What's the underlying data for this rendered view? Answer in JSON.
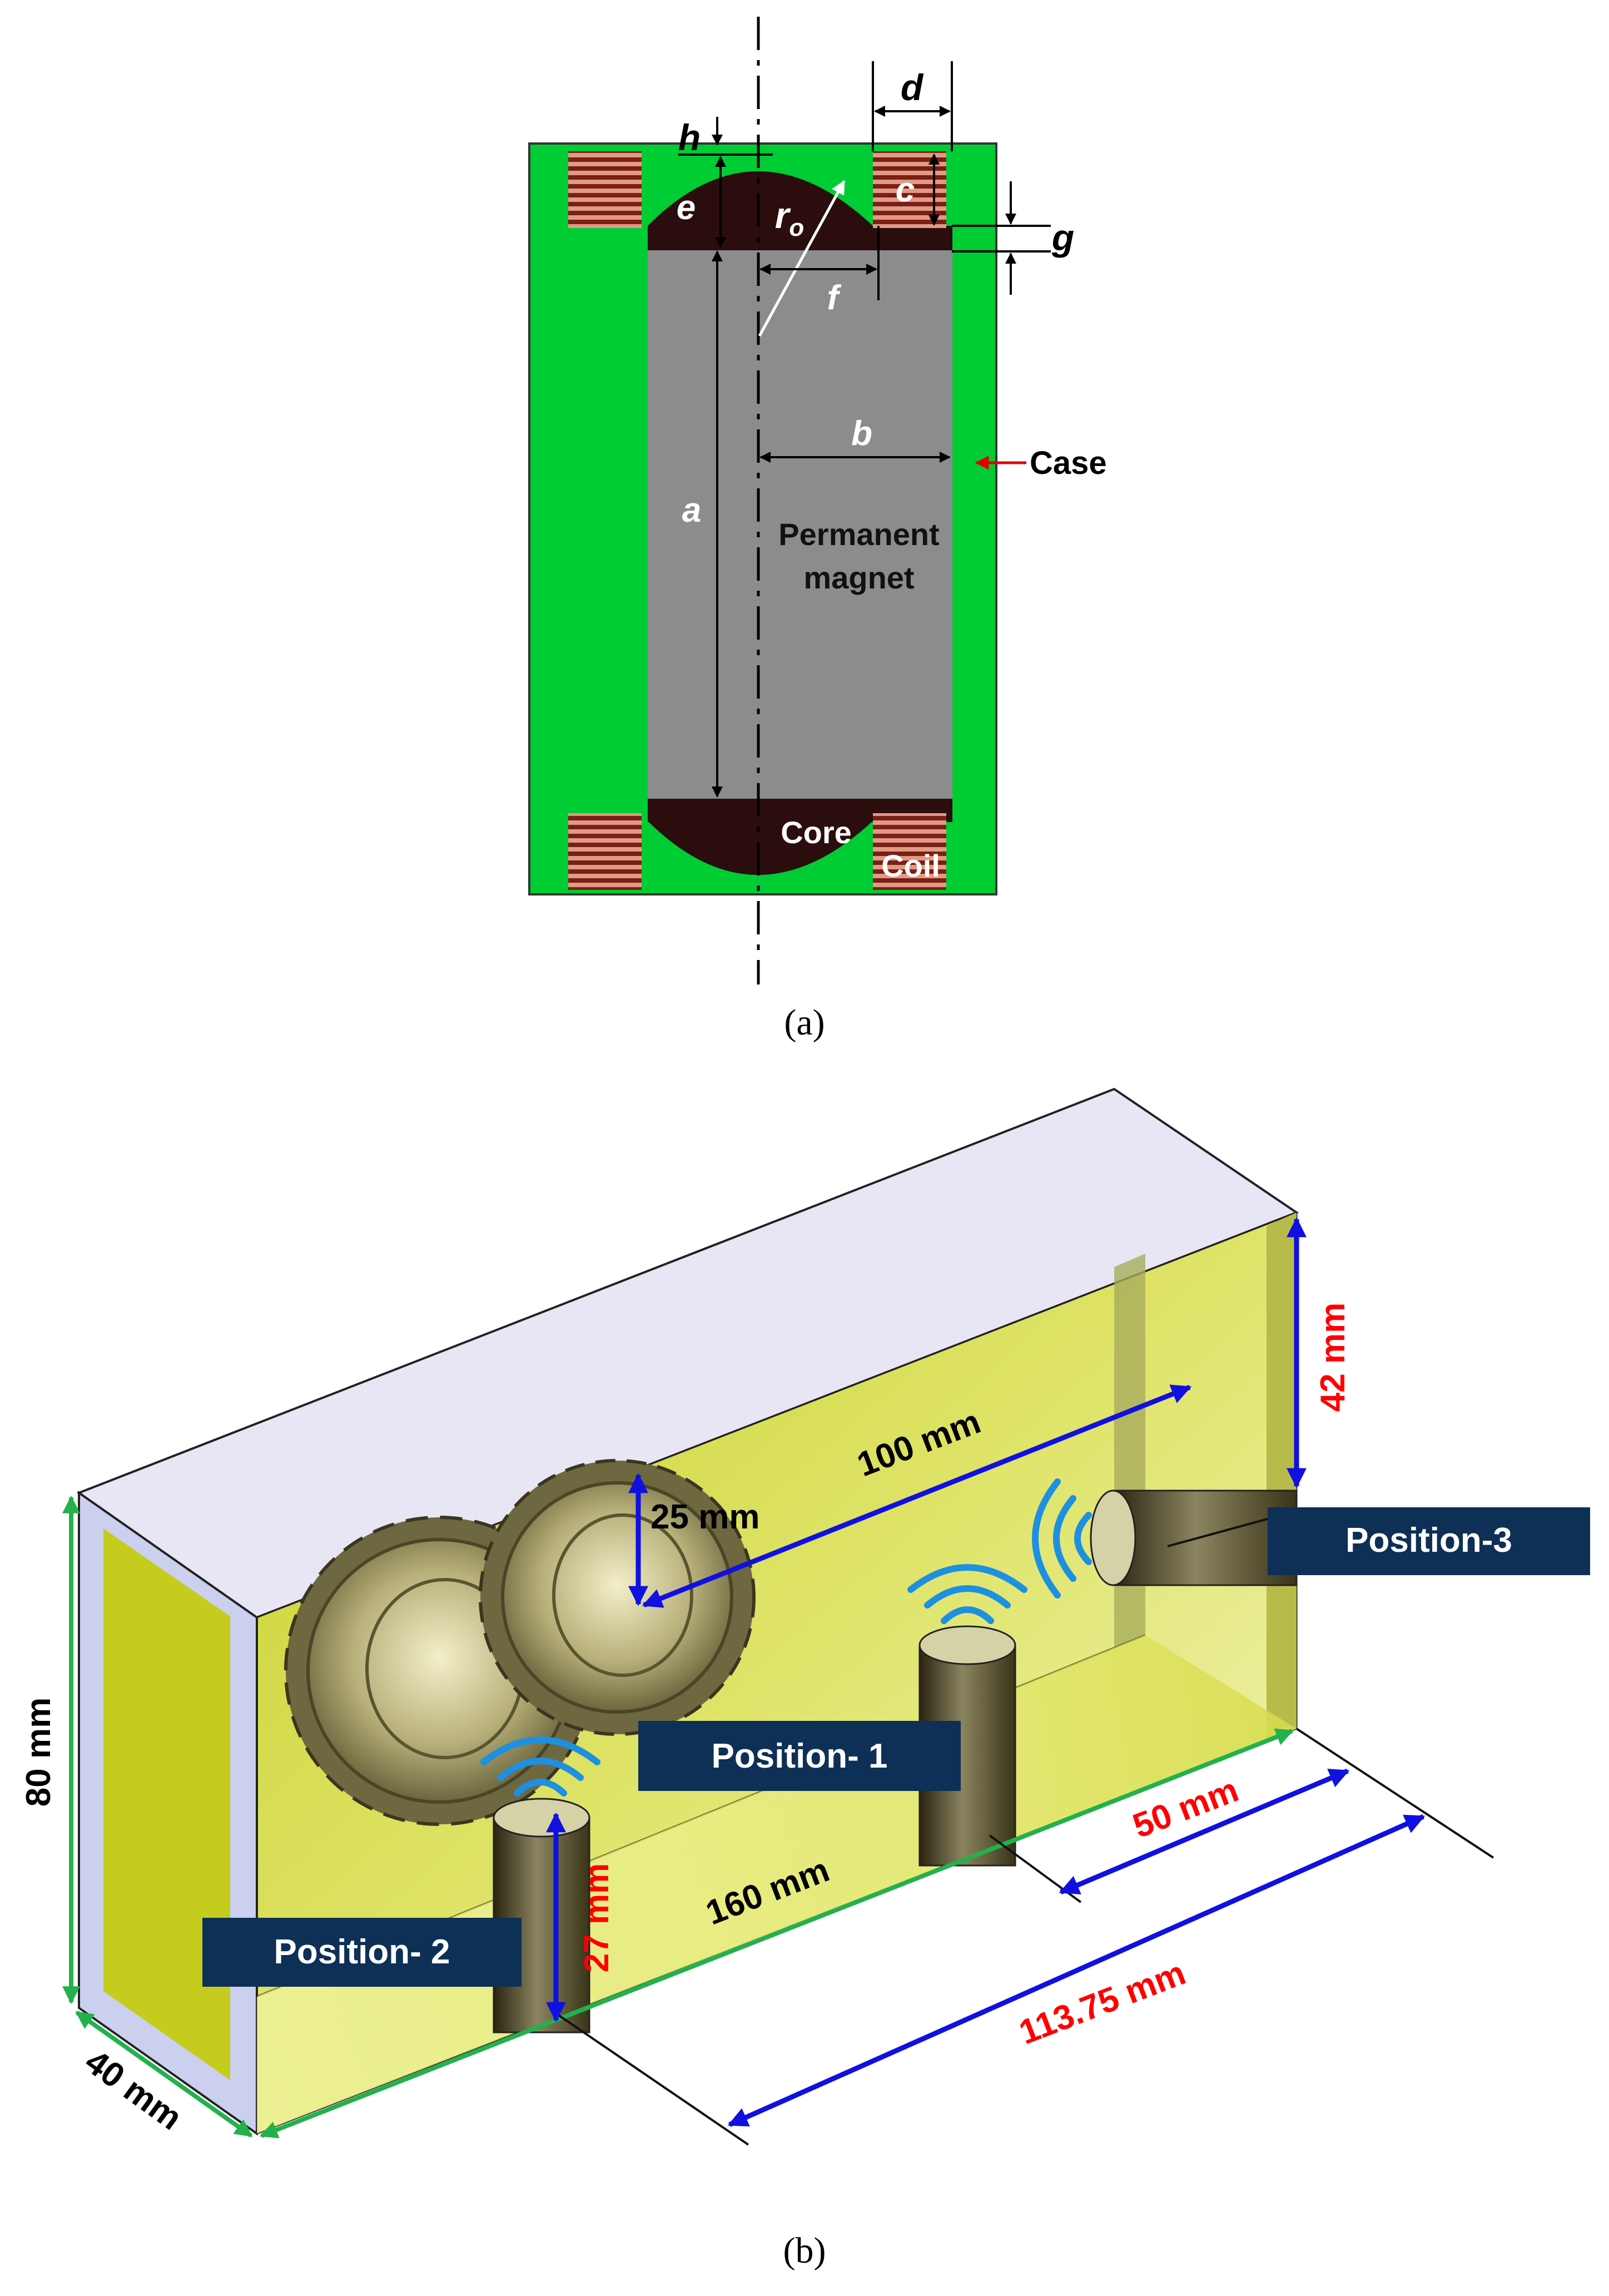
{
  "panel_a": {
    "caption": "(a)",
    "labels": {
      "d": "d",
      "h": "h",
      "c": "c",
      "e": "e",
      "r": "r",
      "r_sub": "o",
      "g": "g",
      "f": "f",
      "b": "b",
      "a": "a",
      "case": "Case",
      "magnet_line1": "Permanent",
      "magnet_line2": "magnet",
      "core": "Core",
      "coil": "Coil"
    },
    "colors": {
      "case": "#00cc33",
      "magnet": "#8c8c8c",
      "core": "#2b0d0d",
      "coil": "#d98b7a",
      "pointer": "#e00000"
    }
  },
  "panel_b": {
    "caption": "(b)",
    "positions": {
      "p1": "Position- 1",
      "p2": "Position- 2",
      "p3": "Position-3"
    },
    "dimensions": {
      "height": "80 mm",
      "depth": "40 mm",
      "length": "160 mm",
      "gear_height": "25 mm",
      "gear_to_p3": "100 mm",
      "p3_height": "42 mm",
      "p2_height": "27 mm",
      "p1_offset": "50 mm",
      "p2_offset": "113.75 mm"
    },
    "colors": {
      "box_top": "#e8e6f4",
      "box_inner": "#d8dc40",
      "frame": "#22b14c",
      "arrow": "#1010e0",
      "label_bg": "#0e3056",
      "red_dim": "#ff0000"
    }
  }
}
